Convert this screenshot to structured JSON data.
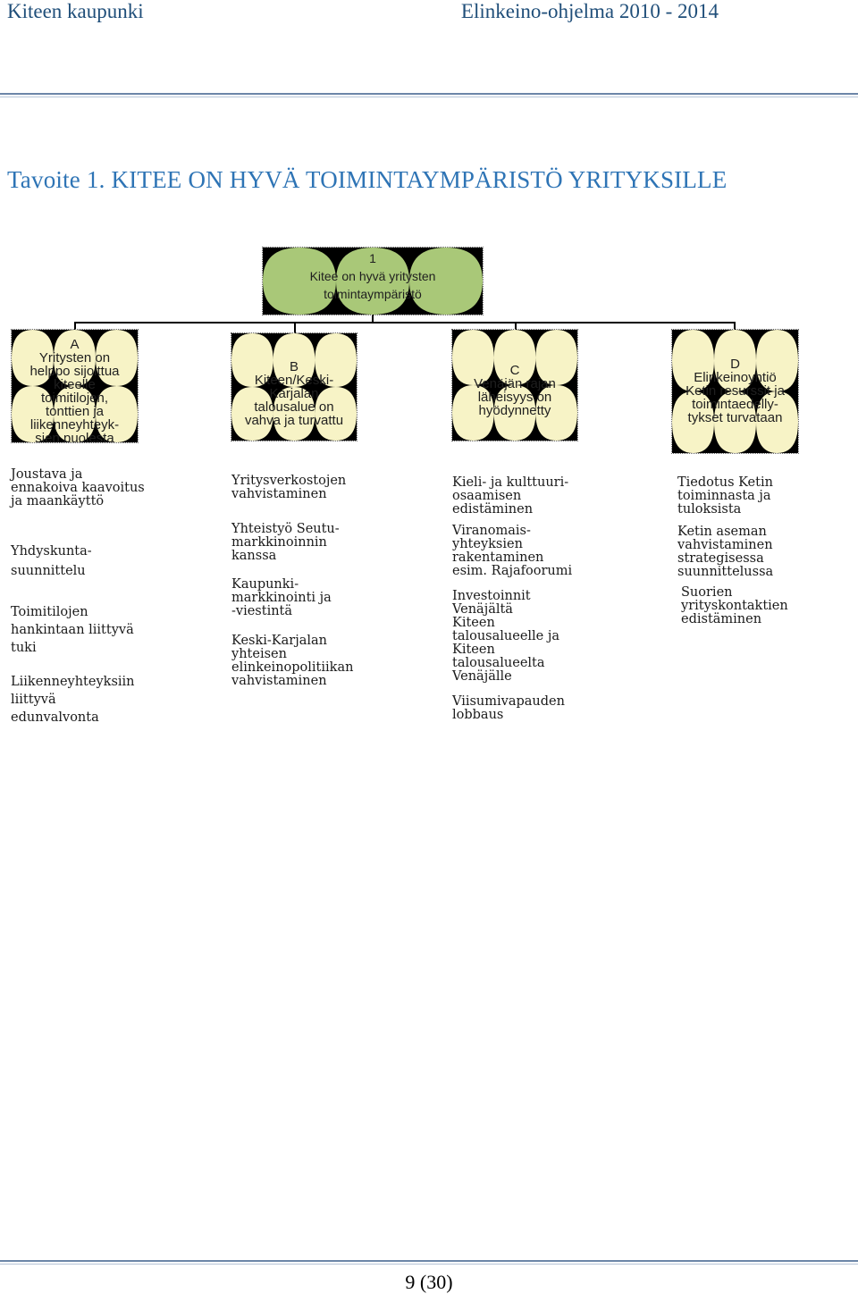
{
  "header": {
    "left": "Kiteen kaupunki",
    "right": "Elinkeino-ohjelma 2010 - 2014"
  },
  "goal_title": "Tavoite 1. KITEE ON HYVÄ TOIMINTAYMPÄRISTÖ YRITYKSILLE",
  "colors": {
    "header": "#1f4e79",
    "goal": "#2e74b5",
    "root_fill": "#a9c878",
    "box_fill": "#f7f3c6",
    "pattern": "#000000"
  },
  "root": {
    "lines": [
      "1",
      "Kitee on hyvä yritysten",
      "toimintaympäristö"
    ]
  },
  "branches": [
    {
      "lines": [
        "A",
        "Yritysten on",
        "helppo sijoittua",
        "kiteelle",
        "toimitilojen,",
        "tonttien ja",
        "liikenneyhteyk-",
        "sien puolesta"
      ]
    },
    {
      "lines": [
        "B",
        "Kiteen/Keski-",
        "Karjalan",
        "talousalue on",
        "vahva ja turvattu"
      ]
    },
    {
      "lines": [
        "C",
        "Venäjän rajan",
        "läheisyys on",
        "hyödynnetty"
      ]
    },
    {
      "lines": [
        "D",
        "Elinkeinoyhtiö",
        "Ketin resurssit ja",
        "toimintaedelly-",
        "tykset turvataan"
      ]
    }
  ],
  "columns": [
    {
      "items": [
        "Joustava ja\nennakoiva kaavoitus\nja maankäyttö",
        "Yhdyskunta-\nsuunnittelu",
        "Toimitilojen\nhankintaan liittyvä\ntuki",
        "Liikenneyhteyksiin\nliittyvä\nedunvalvonta"
      ]
    },
    {
      "items": [
        "Yritysverkostojen\nvahvistaminen",
        "Yhteistyö Seutu-\nmarkkinoinnin\nkanssa",
        "Kaupunki-\nmarkkinointi ja\n-viestintä",
        "Keski-Karjalan\nyhteisen\nelinkeinopolitiikan\nvahvistaminen"
      ]
    },
    {
      "items": [
        "Kieli- ja kulttuuri-\nosaamisen\nedistäminen",
        "Viranomais-\nyhteyksien\nrakentaminen\nesim. Rajafoorumi",
        "Investoinnit\nVenäjältä\nKiteen\ntalousalueelle ja\nKiteen\ntalousalueelta\nVenäjälle",
        "Viisumivapauden\nlobbaus"
      ]
    },
    {
      "items": [
        "Tiedotus Ketin\ntoiminnasta ja\ntuloksista",
        "Ketin aseman\nvahvistaminen\nstrategisessa\nsuunnittelussa",
        "Suorien\nyrityskontaktien\nedistäminen"
      ]
    }
  ],
  "page_number": "9 (30)"
}
